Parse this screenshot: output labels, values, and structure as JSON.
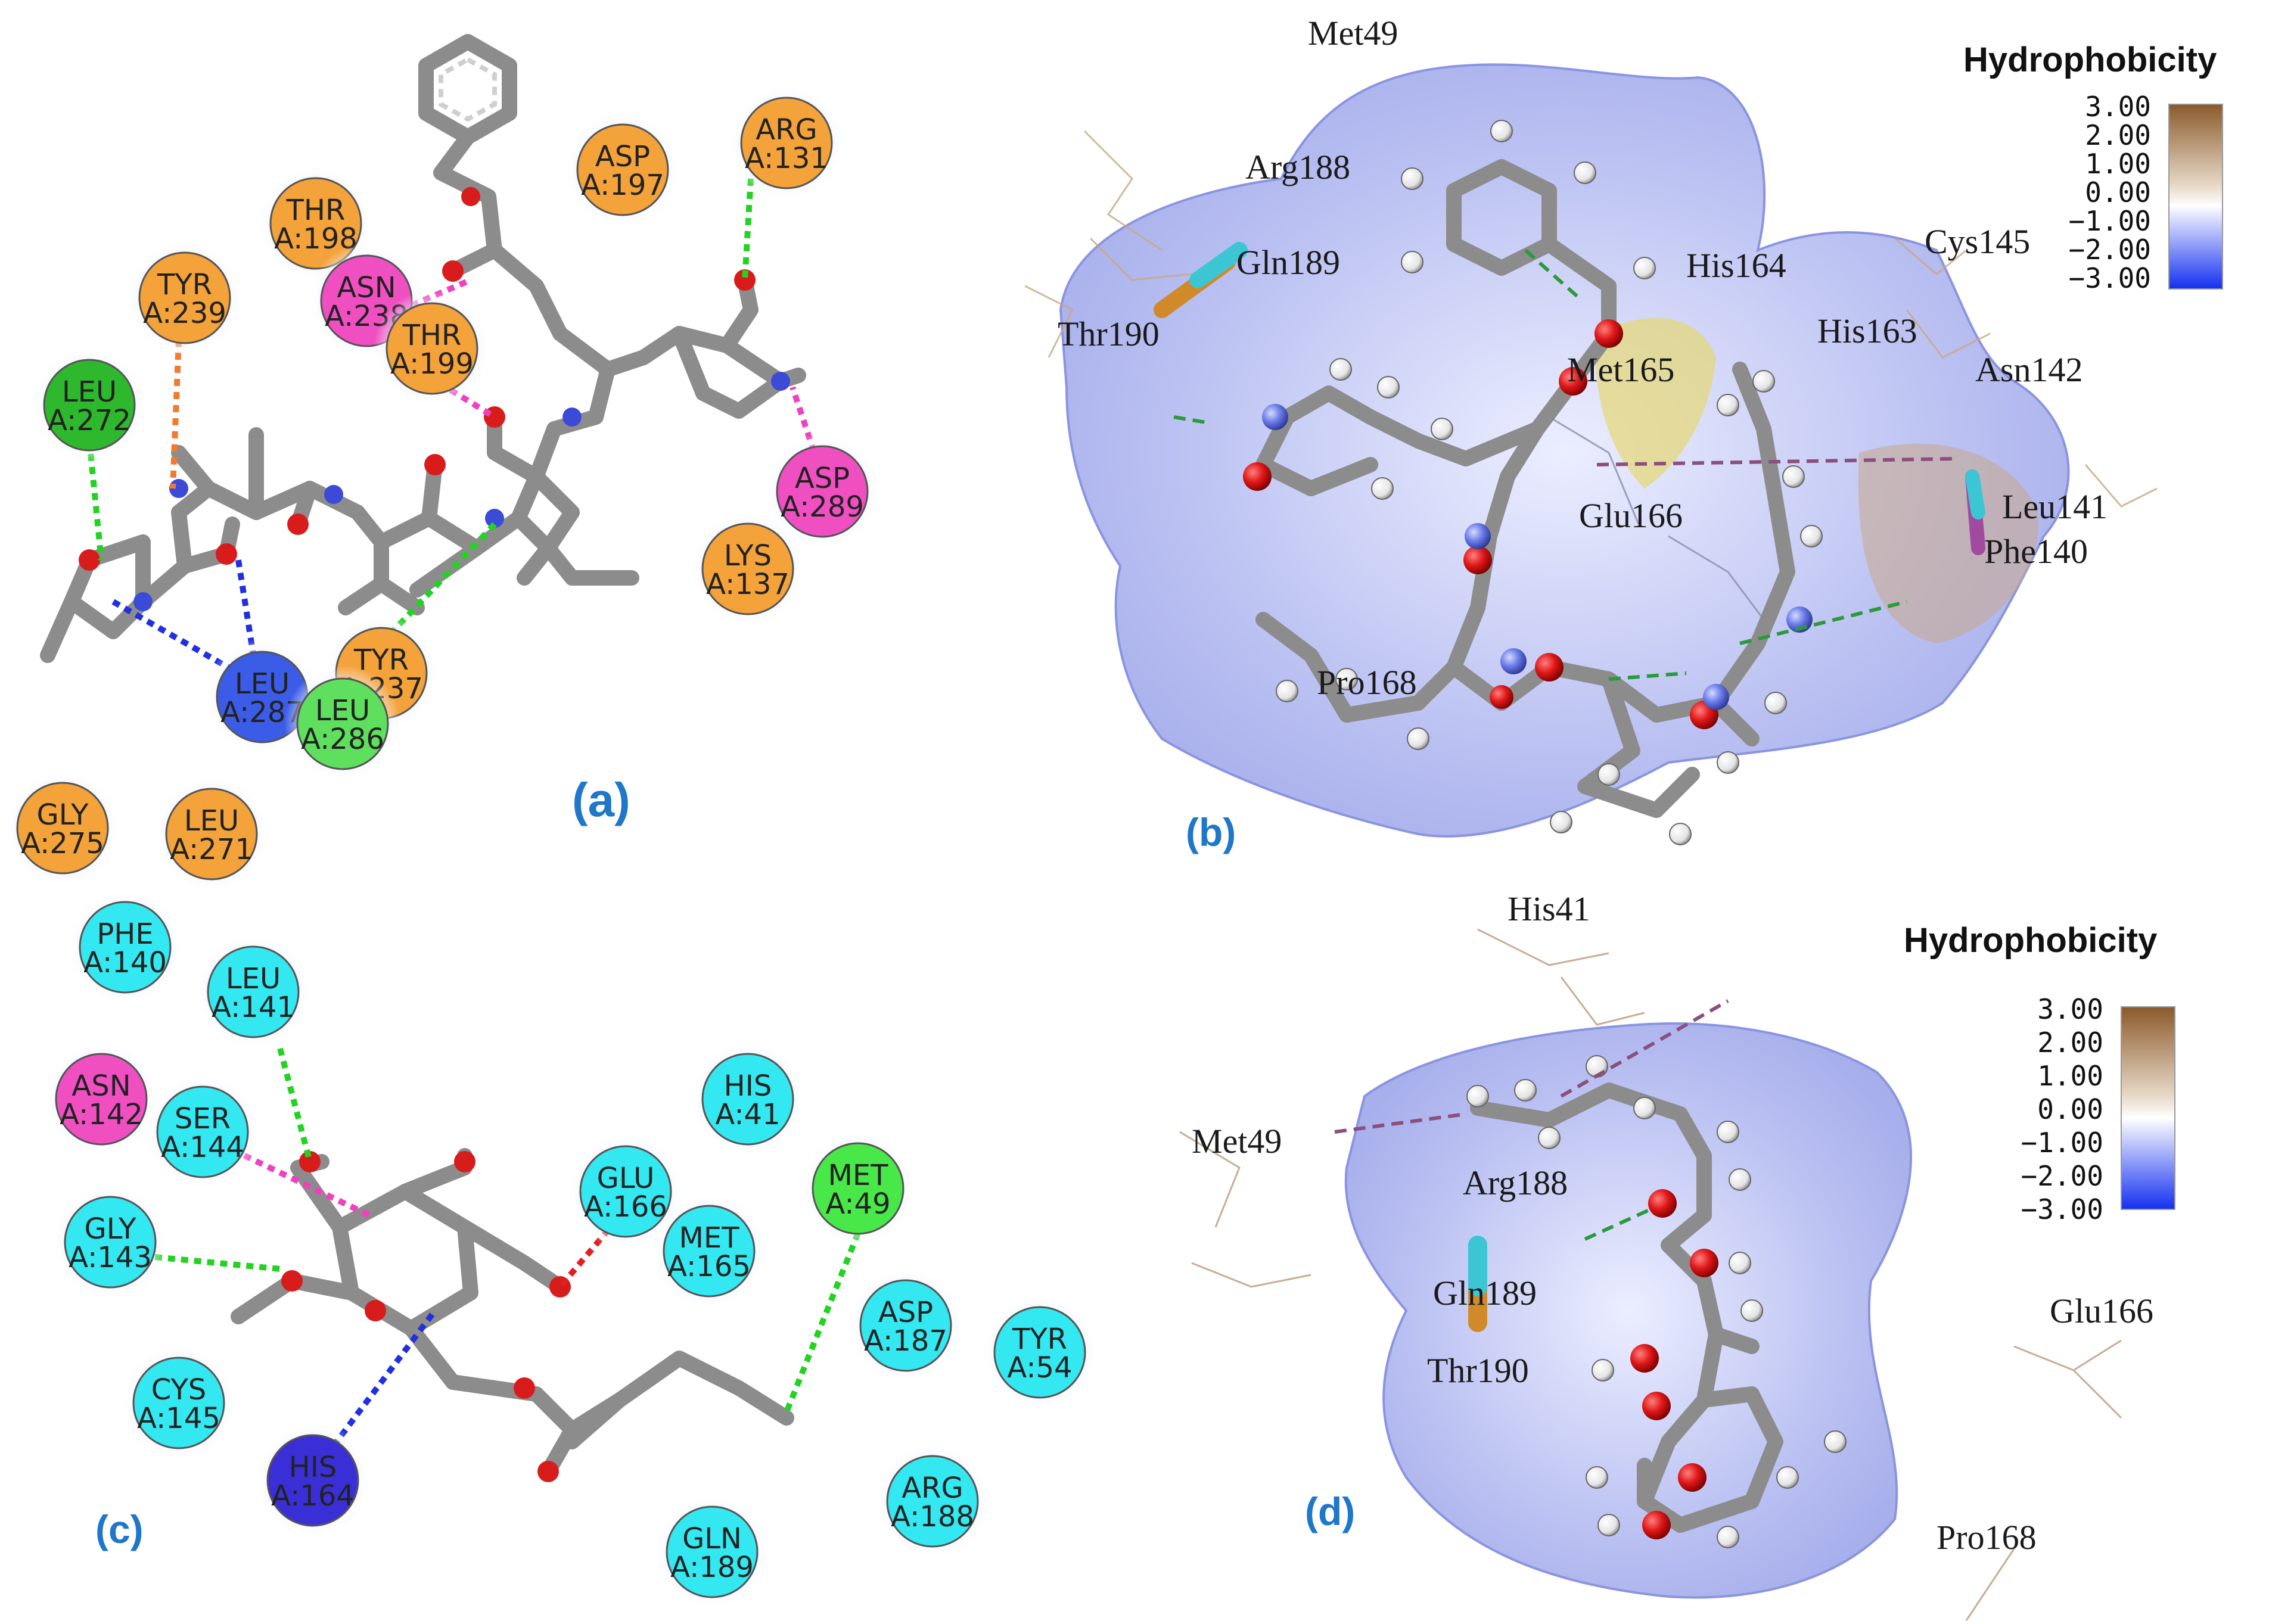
{
  "panels": {
    "a": {
      "label": "(a)",
      "residues": [
        {
          "name": "ARG",
          "id": "A:131",
          "color": "#f4a23a"
        },
        {
          "name": "ASP",
          "id": "A:197",
          "color": "#f4a23a"
        },
        {
          "name": "THR",
          "id": "A:198",
          "color": "#f4a23a"
        },
        {
          "name": "TYR",
          "id": "A:239",
          "color": "#f4a23a"
        },
        {
          "name": "ASN",
          "id": "A:238",
          "color": "#f04fc2"
        },
        {
          "name": "THR",
          "id": "A:199",
          "color": "#f4a23a"
        },
        {
          "name": "LEU",
          "id": "A:272",
          "color": "#2eb82e"
        },
        {
          "name": "ASP",
          "id": "A:289",
          "color": "#f04fc2"
        },
        {
          "name": "LYS",
          "id": "A:137",
          "color": "#f4a23a"
        },
        {
          "name": "TYR",
          "id": "A:237",
          "color": "#f4a23a"
        },
        {
          "name": "LEU",
          "id": "A:287",
          "color": "#3b5ce6"
        },
        {
          "name": "LEU",
          "id": "A:286",
          "color": "#5ee05e"
        },
        {
          "name": "GLY",
          "id": "A:275",
          "color": "#f4a23a"
        },
        {
          "name": "LEU",
          "id": "A:271",
          "color": "#f4a23a"
        }
      ]
    },
    "b": {
      "label": "(b)",
      "legend_title": "Hydrophobicity",
      "ticks": [
        "3.00",
        "2.00",
        "1.00",
        "0.00",
        "−1.00",
        "−2.00",
        "−3.00"
      ],
      "residue_labels": [
        "Met49",
        "Arg188",
        "Gln189",
        "Thr190",
        "His164",
        "Cys145",
        "His163",
        "Met165",
        "Asn142",
        "Glu166",
        "Leu141",
        "Phe140",
        "Pro168"
      ]
    },
    "c": {
      "label": "(c)",
      "residues": [
        {
          "name": "PHE",
          "id": "A:140",
          "color": "#33e8f0"
        },
        {
          "name": "LEU",
          "id": "A:141",
          "color": "#33e8f0"
        },
        {
          "name": "ASN",
          "id": "A:142",
          "color": "#f04fc2"
        },
        {
          "name": "SER",
          "id": "A:144",
          "color": "#33e8f0"
        },
        {
          "name": "HIS",
          "id": "A:41",
          "color": "#33e8f0"
        },
        {
          "name": "GLU",
          "id": "A:166",
          "color": "#33e8f0"
        },
        {
          "name": "MET",
          "id": "A:49",
          "color": "#48e848"
        },
        {
          "name": "GLY",
          "id": "A:143",
          "color": "#33e8f0"
        },
        {
          "name": "MET",
          "id": "A:165",
          "color": "#33e8f0"
        },
        {
          "name": "ASP",
          "id": "A:187",
          "color": "#33e8f0"
        },
        {
          "name": "TYR",
          "id": "A:54",
          "color": "#33e8f0"
        },
        {
          "name": "CYS",
          "id": "A:145",
          "color": "#33e8f0"
        },
        {
          "name": "HIS",
          "id": "A:164",
          "color": "#3a2fd6"
        },
        {
          "name": "ARG",
          "id": "A:188",
          "color": "#33e8f0"
        },
        {
          "name": "GLN",
          "id": "A:189",
          "color": "#33e8f0"
        }
      ]
    },
    "d": {
      "label": "(d)",
      "legend_title": "Hydrophobicity",
      "ticks": [
        "3.00",
        "2.00",
        "1.00",
        "0.00",
        "−1.00",
        "−2.00",
        "−3.00"
      ],
      "residue_labels": [
        "His41",
        "Met49",
        "Arg188",
        "Gln189",
        "Thr190",
        "Glu166",
        "Pro168"
      ]
    }
  },
  "colors": {
    "bond": "#8c8c8c",
    "oxygen": "#d81b1b",
    "nitrogen": "#5a6bd8",
    "hydrogen": "#ffffff",
    "surface": "#b9bff2",
    "hbond_green": "#22d322",
    "hbond_blue": "#2030e0",
    "hbond_pink": "#f040c0",
    "hbond_orange": "#f07a30",
    "hbond_red": "#e02020",
    "panel_label": "#1f77c9"
  }
}
